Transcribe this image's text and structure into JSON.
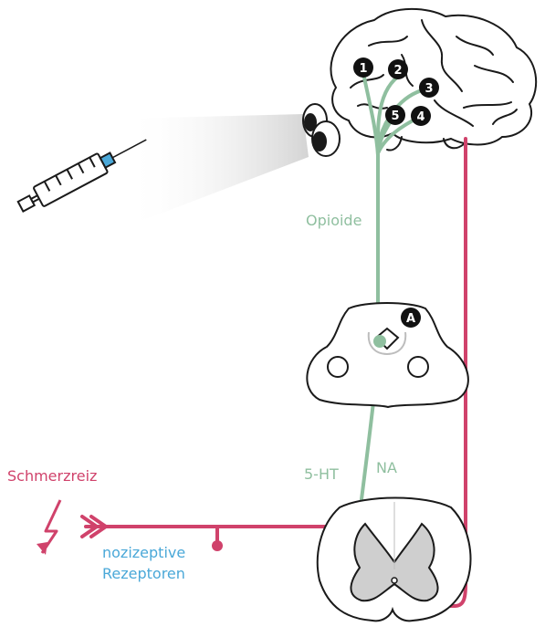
{
  "labels": {
    "opioide": "Opioide",
    "serotonin": "5-HT",
    "noradrenaline": "NA",
    "pain_stimulus": "Schmerzreiz",
    "receptors_line1": "nozizeptive",
    "receptors_line2": "Rezeptoren"
  },
  "markers": {
    "m1": "1",
    "m2": "2",
    "m3": "3",
    "m4": "4",
    "m5": "5",
    "mA": "A"
  },
  "colors": {
    "descending_path": "#8fbf9f",
    "ascending_path": "#d0426b",
    "receptor_text": "#4aa8d8",
    "outline": "#1a1a1a",
    "grey_matter": "#cfcfcf"
  },
  "icons": {
    "syringe": "syringe-icon",
    "eyes": "eyes-icon",
    "lightning": "lightning-icon"
  }
}
